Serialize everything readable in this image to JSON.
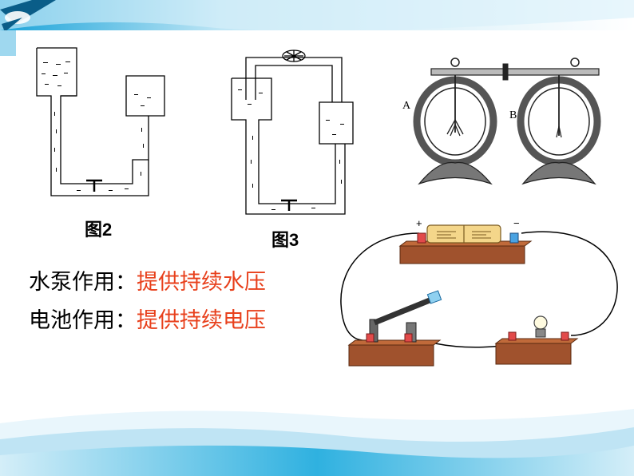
{
  "figures": {
    "fig2_label": "图2",
    "fig3_label": "图3",
    "electroscope_a": "A",
    "electroscope_b": "B",
    "battery_positive": "+",
    "battery_negative": "−"
  },
  "analogy": [
    {
      "term": "水泵作用：",
      "answer": "提供持续水压"
    },
    {
      "term": "电池作用：",
      "answer": "提供持续电压"
    }
  ],
  "colors": {
    "answer_text": "#e8401c",
    "accent_blue": "#1aa3d9",
    "board_wood": "#a0522d"
  }
}
